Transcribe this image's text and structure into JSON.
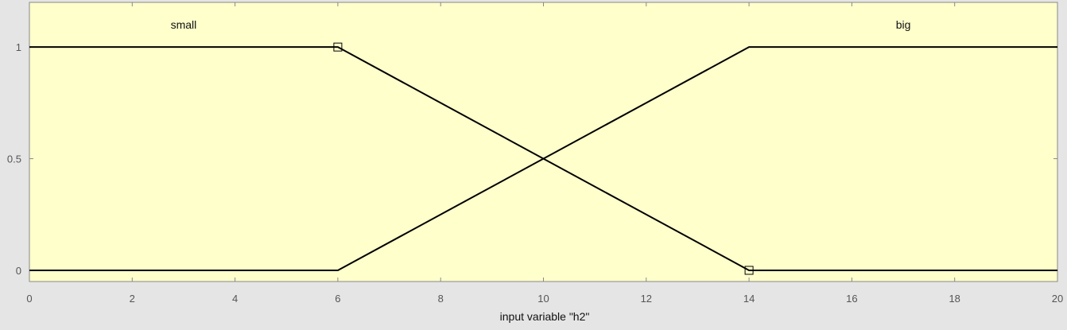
{
  "chart_data": {
    "type": "line",
    "xlabel": "input variable \"h2\"",
    "ylabel": "",
    "xlim": [
      0,
      20
    ],
    "ylim": [
      -0.05,
      1.2
    ],
    "xticks": [
      0,
      2,
      4,
      6,
      8,
      10,
      12,
      14,
      16,
      18,
      20
    ],
    "yticks": [
      0,
      0.5,
      1
    ],
    "grid": false,
    "series": [
      {
        "name": "small",
        "x": [
          0,
          6,
          14,
          20
        ],
        "y": [
          1,
          1,
          0,
          0
        ],
        "markers": [
          {
            "x": 6,
            "y": 1
          },
          {
            "x": 14,
            "y": 0
          }
        ]
      },
      {
        "name": "big",
        "x": [
          0,
          6,
          14,
          20
        ],
        "y": [
          0,
          0,
          1,
          1
        ]
      }
    ],
    "series_label_positions": [
      {
        "name": "small",
        "x": 3.0,
        "y": 1.1
      },
      {
        "name": "big",
        "x": 17.0,
        "y": 1.1
      }
    ],
    "colors": {
      "background": "#ffffcc",
      "line": "#000000",
      "axis": "#888888"
    }
  }
}
